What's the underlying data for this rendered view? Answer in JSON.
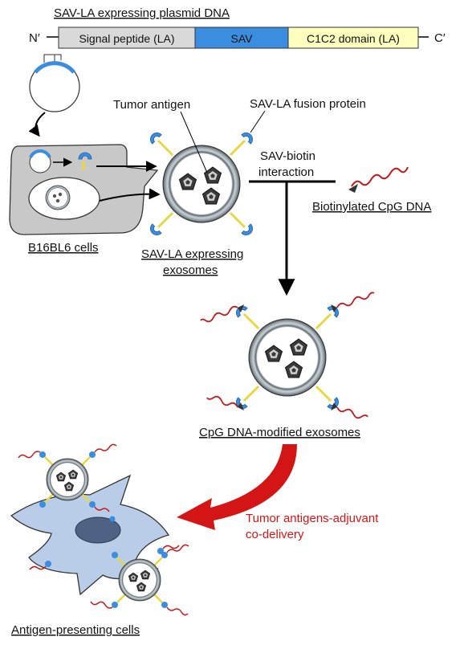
{
  "plasmid": {
    "title": "SAV-LA expressing plasmid DNA",
    "n_terminus": "N′",
    "c_terminus": "C′",
    "segments": [
      {
        "label": "Signal peptide (LA)",
        "color": "#d9d9d9"
      },
      {
        "label": "SAV",
        "color": "#3b8de0"
      },
      {
        "label": "C1C2 domain (LA)",
        "color": "#ffffbe"
      }
    ]
  },
  "labels": {
    "tumor_antigen": "Tumor antigen",
    "fusion_protein": "SAV-LA fusion protein",
    "sav_biotin_line1": "SAV-biotin",
    "sav_biotin_line2": "interaction",
    "biotinylated_cpg": "Biotinylated CpG DNA",
    "cells": "B16BL6 cells",
    "exosomes_line1": "SAV-LA expressing",
    "exosomes_line2": "exosomes",
    "modified_exosomes": "CpG DNA-modified exosomes",
    "codelivery_line1": "Tumor antigens-adjuvant",
    "codelivery_line2": "co-delivery",
    "apc": "Antigen-presenting cells"
  },
  "colors": {
    "sav_blue": "#3b8de0",
    "cell_gray": "#c8c8c8",
    "membrane": "#9aa3a8",
    "linker_yellow": "#f0e040",
    "dna_red": "#c21a1a",
    "apc_blue": "#b9cde8",
    "codelivery_red": "#d41515"
  }
}
